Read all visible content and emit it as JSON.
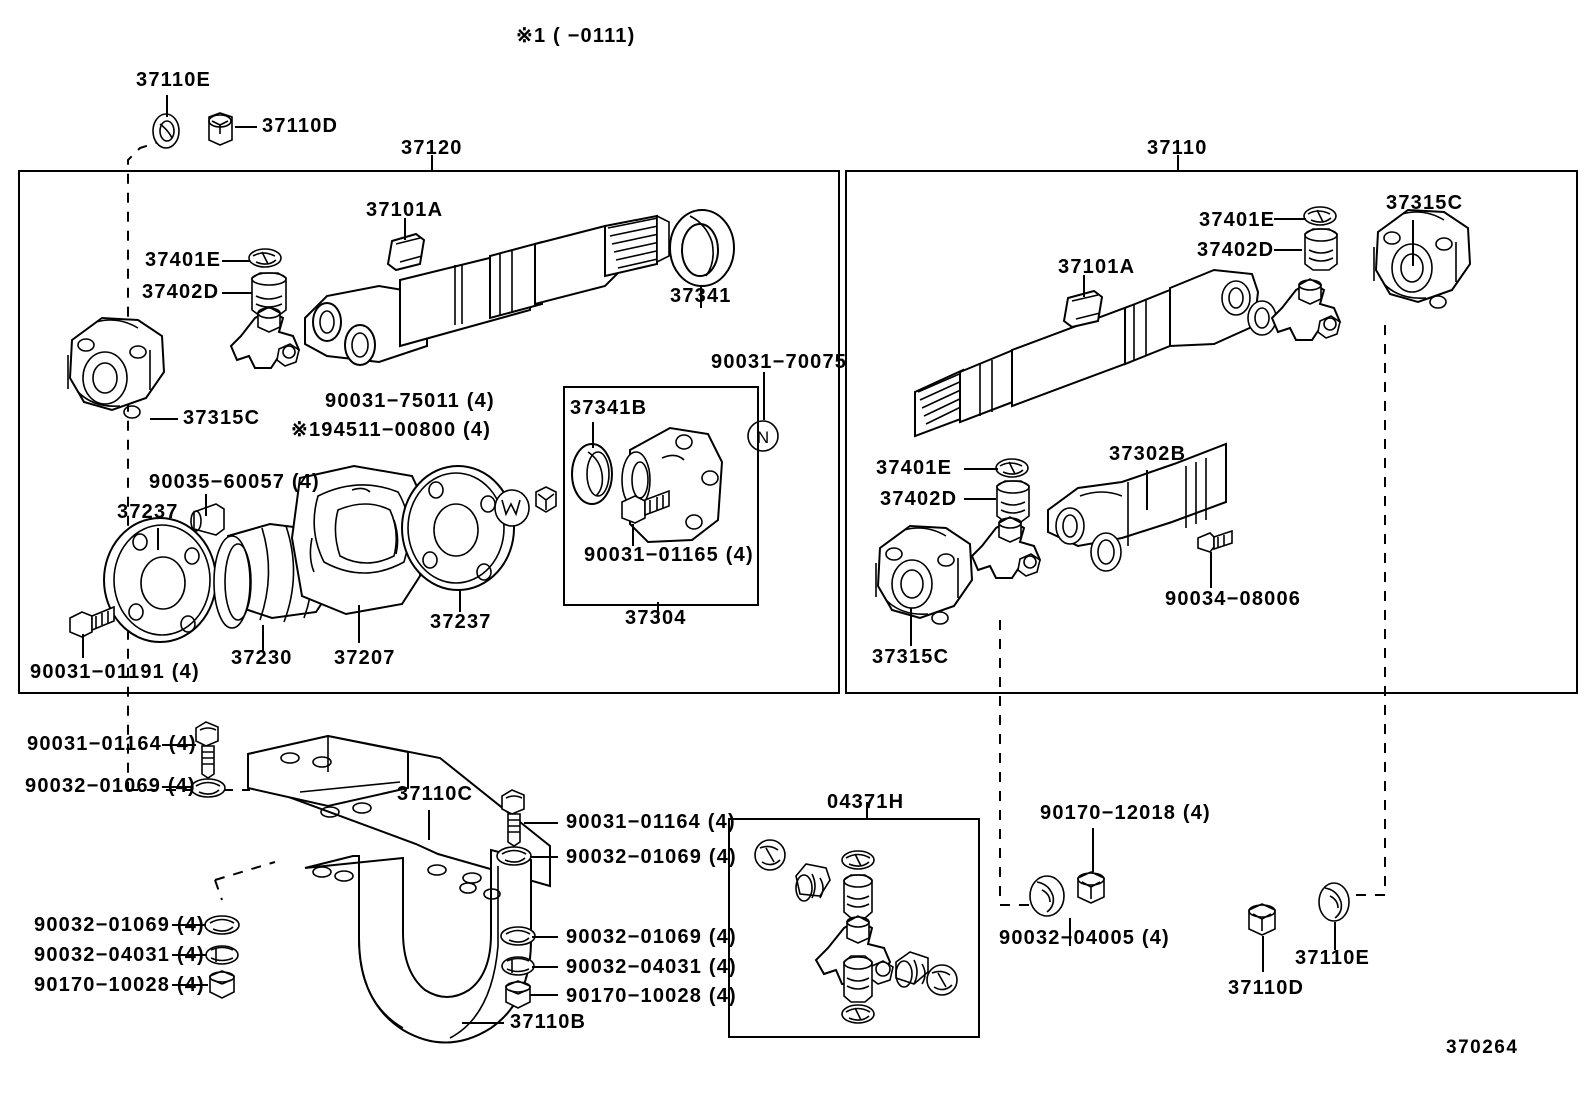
{
  "diagram": {
    "figure_number": "370264",
    "note_top": "※1 (      −0111)"
  },
  "groups": [
    {
      "id": "g-37120",
      "label": "37120"
    },
    {
      "id": "g-37110",
      "label": "37110"
    },
    {
      "id": "g-37304",
      "label": "37304"
    },
    {
      "id": "g-04371H",
      "label": "04371H"
    }
  ],
  "labels": {
    "note_top": "※1 (      −0111)",
    "top_37110E": "37110E",
    "top_37110D": "37110D",
    "group_37120": "37120",
    "group_37110": "37110",
    "left_37101A": "37101A",
    "left_37401E": "37401E",
    "left_37402D": "37402D",
    "left_37315C": "37315C",
    "left_37341": "37341",
    "bolt_90031_75011": "90031−75011 (4)",
    "bolt_194511_00800": "※194511−00800 (4)",
    "nut_90031_70075": "90031−70075",
    "inset_37341B": "37341B",
    "inset_90031_01165": "90031−01165 (4)",
    "group_37304": "37304",
    "pin_90035_60057": "90035−60057 (4)",
    "flange_37237_left": "37237",
    "flange_37237_right": "37237",
    "boot_37230": "37230",
    "cover_37207": "37207",
    "bolt_90031_01191": "90031−01191 (4)",
    "right_37101A": "37101A",
    "right_37401E_top": "37401E",
    "right_37402D_top": "37402D",
    "right_37315C_top": "37315C",
    "right_37401E_bot": "37401E",
    "right_37402D_bot": "37402D",
    "right_37302B": "37302B",
    "right_90034_08006": "90034−08006",
    "right_37315C_bot": "37315C",
    "bracket_37110C": "37110C",
    "bracket_37110B": "37110B",
    "bl_90031_01164": "90031−01164 (4)",
    "bl_90032_01069": "90032−01069 (4)",
    "bm_90031_01164": "90031−01164 (4)",
    "bm_90032_01069": "90032−01069 (4)",
    "bl2_90032_01069": "90032−01069 (4)",
    "bl2_90032_04031": "90032−04031 (4)",
    "bl2_90170_10028": "90170−10028 (4)",
    "bm2_90032_01069": "90032−01069 (4)",
    "bm2_90032_04031": "90032−04031 (4)",
    "bm2_90170_10028": "90170−10028 (4)",
    "inset_04371H": "04371H",
    "br_90170_12018": "90170−12018 (4)",
    "br_90032_04005": "90032−04005 (4)",
    "br_37110D": "37110D",
    "br_37110E": "37110E",
    "figure_number": "370264"
  },
  "colors": {
    "ink": "#000000",
    "paper": "#ffffff"
  }
}
